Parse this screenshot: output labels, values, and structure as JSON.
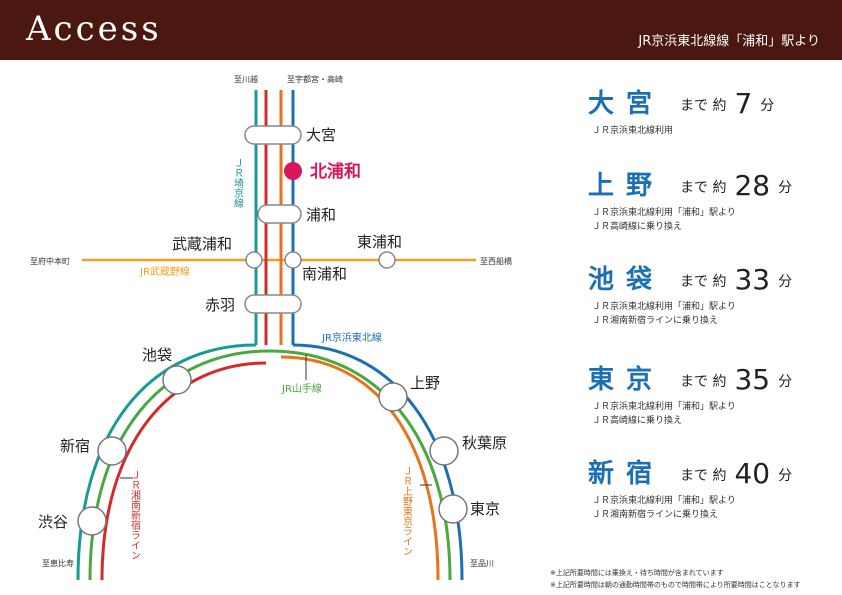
{
  "header": {
    "title": "Access",
    "subtitle": "JR京浜東北線線「浦和」駅より"
  },
  "map": {
    "top_labels": {
      "kawagoe": "至川越",
      "utsunomiya": "至宇都宮・高崎"
    },
    "side_labels": {
      "fuchu": "至府中本町",
      "funabashi": "至西船橋",
      "ebisu": "至恵比寿",
      "shinagawa": "至品川"
    },
    "stations": {
      "omiya": "大宮",
      "kitaurawa": "北浦和",
      "urawa": "浦和",
      "musashiurawa": "武蔵浦和",
      "minamiurawa": "南浦和",
      "higashiurawa": "東浦和",
      "akabane": "赤羽",
      "ikebukuro": "池袋",
      "shinjuku": "新宿",
      "shibuya": "渋谷",
      "ueno": "上野",
      "akihabara": "秋葉原",
      "tokyo": "東京"
    },
    "lines": {
      "saikyo": "ＪＲ埼京線",
      "musashino": "JR武蔵野線",
      "keihin": "JR京浜東北線",
      "yamanote": "JR山手線",
      "shonan": "ＪＲ湘南新宿ライン",
      "ueno_tokyo": "ＪＲ上野東京ライン"
    },
    "colors": {
      "teal": "#1a9a96",
      "red": "#d42a2a",
      "orange": "#e8731c",
      "blue": "#1a6fb5",
      "green": "#4aa840",
      "musashino": "#f0a020",
      "highlight": "#d8175a"
    }
  },
  "destinations": [
    {
      "name": "大宮",
      "prefix": "まで 約",
      "minutes": "7",
      "unit": "分",
      "notes": [
        "ＪＲ京浜東北線利用"
      ]
    },
    {
      "name": "上野",
      "prefix": "まで 約",
      "minutes": "28",
      "unit": "分",
      "notes": [
        "ＪＲ京浜東北線利用「浦和」駅より",
        "ＪＲ高崎線に乗り換え"
      ]
    },
    {
      "name": "池袋",
      "prefix": "まで 約",
      "minutes": "33",
      "unit": "分",
      "notes": [
        "ＪＲ京浜東北線利用「浦和」駅より",
        "ＪＲ湘南新宿ラインに乗り換え"
      ]
    },
    {
      "name": "東京",
      "prefix": "まで 約",
      "minutes": "35",
      "unit": "分",
      "notes": [
        "ＪＲ京浜東北線利用「浦和」駅より",
        "ＪＲ高崎線に乗り換え"
      ]
    },
    {
      "name": "新宿",
      "prefix": "まで 約",
      "minutes": "40",
      "unit": "分",
      "notes": [
        "ＪＲ京浜東北線利用「浦和」駅より",
        "ＪＲ湘南新宿ラインに乗り換え"
      ]
    }
  ],
  "footnotes": [
    "※上記所要時間には乗換え・待ち時間が含まれています",
    "※上記所要時間は朝の通勤時間帯のもので時間帯により所要時間はことなります"
  ]
}
